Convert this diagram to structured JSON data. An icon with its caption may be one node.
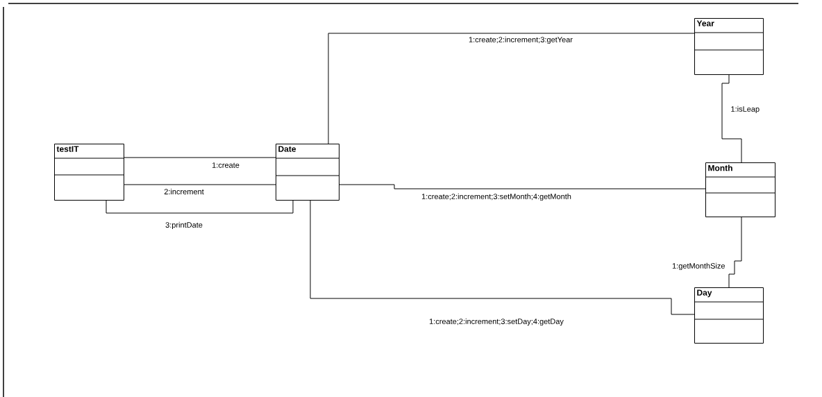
{
  "diagram": {
    "nodes": [
      {
        "text": [
          "testIT"
        ]
      },
      {
        "text": [
          "Date"
        ]
      },
      {
        "text": [
          "Year"
        ]
      },
      {
        "text": [
          "Month"
        ]
      },
      {
        "text": [
          "Day"
        ]
      }
    ],
    "edges": [
      {
        "from": 0,
        "to": 1,
        "arrow": "none",
        "label": "1:create"
      },
      {
        "from": 0,
        "to": 1,
        "arrow": "none",
        "label": "2:increment"
      },
      {
        "from": 0,
        "to": 1,
        "arrow": "none",
        "label": "3:printDate"
      },
      {
        "from": 1,
        "to": 2,
        "arrow": "none",
        "label": "1:create;2:increment;3:getYear"
      },
      {
        "from": 1,
        "to": 3,
        "arrow": "none",
        "label": "1:create;2:increment;3:setMonth;4:getMonth"
      },
      {
        "from": 1,
        "to": 4,
        "arrow": "none",
        "label": "1:create;2:increment;3:setDay;4:getDay"
      },
      {
        "from": 2,
        "to": 3,
        "arrow": "none",
        "label": "1:isLeap"
      },
      {
        "from": 3,
        "to": 4,
        "arrow": "none",
        "label": "1:getMonthSize"
      }
    ]
  }
}
